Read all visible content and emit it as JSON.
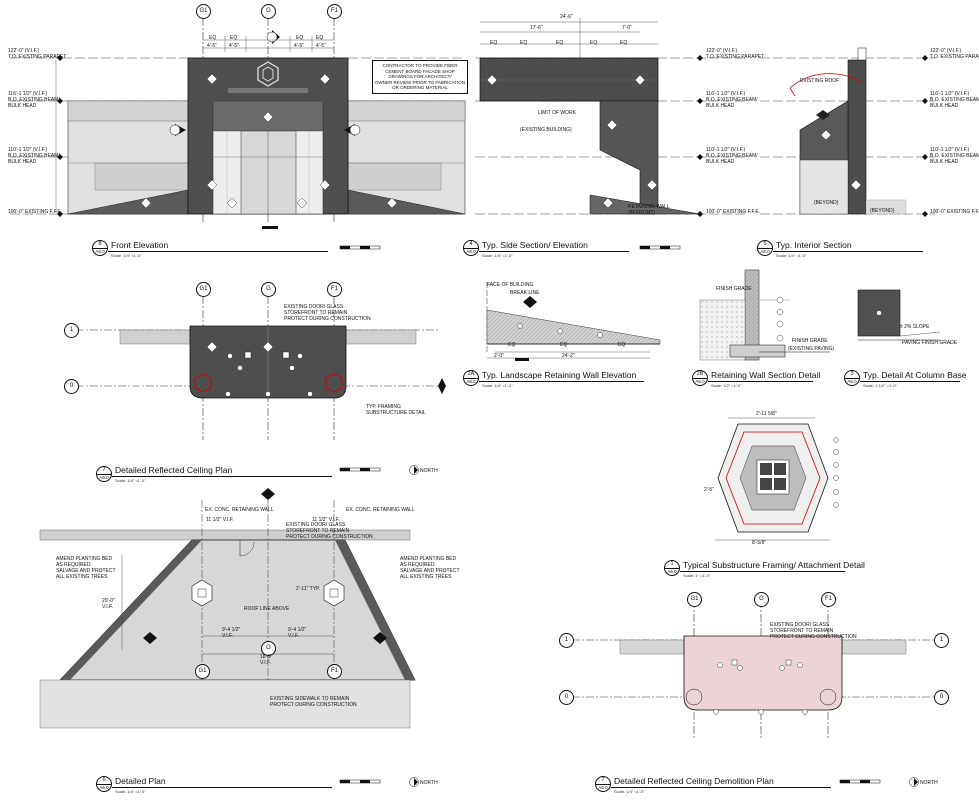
{
  "views": [
    {
      "num": "8",
      "sheet": "A6.0",
      "title": "Front Elevation",
      "scale": "Scale: 1/4\" =1'-0\""
    },
    {
      "num": "4",
      "sheet": "A6.0",
      "title": "Typ. Side Section/ Elevation",
      "scale": "Scale: 1/4\" =1'-0\""
    },
    {
      "num": "5",
      "sheet": "A6.0",
      "title": "Typ. Interior Section",
      "scale": "Scale: 1/4\" =1'-0\""
    },
    {
      "num": "7",
      "sheet": "A6.0",
      "title": "Detailed Reflected Ceiling Plan",
      "scale": "Scale: 1/4\" =1'-0\""
    },
    {
      "num": "2A",
      "sheet": "A6.0",
      "title": "Typ. Landscape Retaining Wall Elevation",
      "scale": "Scale: 1/4\" =1'-0\""
    },
    {
      "num": "2B",
      "sheet": "A6.0",
      "title": "Retaining Wall Section Detail",
      "scale": "Scale: 1/2\" =1'-0\""
    },
    {
      "num": "3",
      "sheet": "A6.0",
      "title": "Typ. Detail At Column Base",
      "scale": "Scale: 1 1/2\" =1'-0\""
    },
    {
      "num": "1",
      "sheet": "A6.0",
      "title": "Typical Substructure Framing/ Attachment Detail",
      "scale": "Scale: 1\" =1'-0\""
    },
    {
      "num": "6",
      "sheet": "A6.0",
      "title": "Detailed Plan",
      "scale": "Scale: 1/4\" =1'-0\""
    },
    {
      "num": "7",
      "sheet": "A6.0",
      "title": "Detailed Reflected Ceiling Demolition Plan",
      "scale": "Scale: 1/4\" =1'-0\""
    }
  ],
  "grid": {
    "g1": "G1",
    "g": "G",
    "f1": "F1",
    "row1": "1",
    "row0": "0"
  },
  "levels": [
    {
      "label": "122'-0\" (V.I.F.)\nT.O. EXISTING PARAPET"
    },
    {
      "label": "116'-1 1/2\" (V.I.F.)\nB.O. EXISTING BEAM/\nBULK HEAD"
    },
    {
      "label": "110'-1 1/2\" (V.I.F.)\nB.O. EXISTING BEAM/\nBULK HEAD"
    },
    {
      "label": "100'-0\" EXISTING F.F.E."
    }
  ],
  "notes": {
    "contractor": "CONTRACTOR TO PROVIDE FIBER\nCEMENT BOARD FACADE SHOP\nDRAWINGS FOR ARCHITECT/\nOWNER REVIEW PRIOR TO FABRICATION\nOR ORDERING MATERIAL",
    "limit_of_work": "LIMIT OF WORK",
    "existing_building": "(EXISTING BUILDING)",
    "existing_roof": "EXISTING ROOF",
    "beyond": "(BEYOND)",
    "retaining_wall_front": "RETAINING WALL\n(IN FRONT)",
    "storefront": "EXISTING DOOR/ GLASS\nSTOREFRONT TO REMAIN\nPROTECT DURING CONSTRUCTION",
    "framing": "TYP. FRAMING\nSUBSTRUCTURE DETAIL",
    "ex_conc_wall": "EX. CONC. RETAINING WALL",
    "planting": "AMEND PLANTING BED\nAS REQUIRED.\nSALVAGE AND PROTECT\nALL EXISTING TREES",
    "sidewalk": "EXISTING SIDEWALK TO REMAIN\nPROTECT DURING CONSTRUCTION",
    "roof_line": "ROOF LINE ABOVE",
    "finish_grade": "FINISH GRADE",
    "existing_paving": "(EXISTING PAVING)",
    "slope": "± 2% SLOPE",
    "paving_finish": "PAVING FINISH GRADE",
    "north": "NORTH",
    "face_of_building": "FACE OF BUILDING",
    "break_line": "BREAK LINE"
  },
  "dims": {
    "eq": "EQ",
    "span1": "4'-5\"",
    "top_side": "24'-6\"",
    "sub1": "17'-6\"",
    "sub2": "7'-0\"",
    "wall_1": "24'-2\"",
    "wall_2": "2'-0\"",
    "plan_a": "11 1/2\" V.I.F.",
    "plan_b": "9'-4 1/2\"\nV.I.F.",
    "plan_c": "18'-9\"\nV.I.F.",
    "plan_d": "2'-11\" TYP.",
    "plan_e": "20'-0\"\nV.I.F.",
    "detail_w": "8'-5/8\"",
    "detail_top": "2'-11 5/8\"",
    "detail_h": "2'-5\""
  }
}
